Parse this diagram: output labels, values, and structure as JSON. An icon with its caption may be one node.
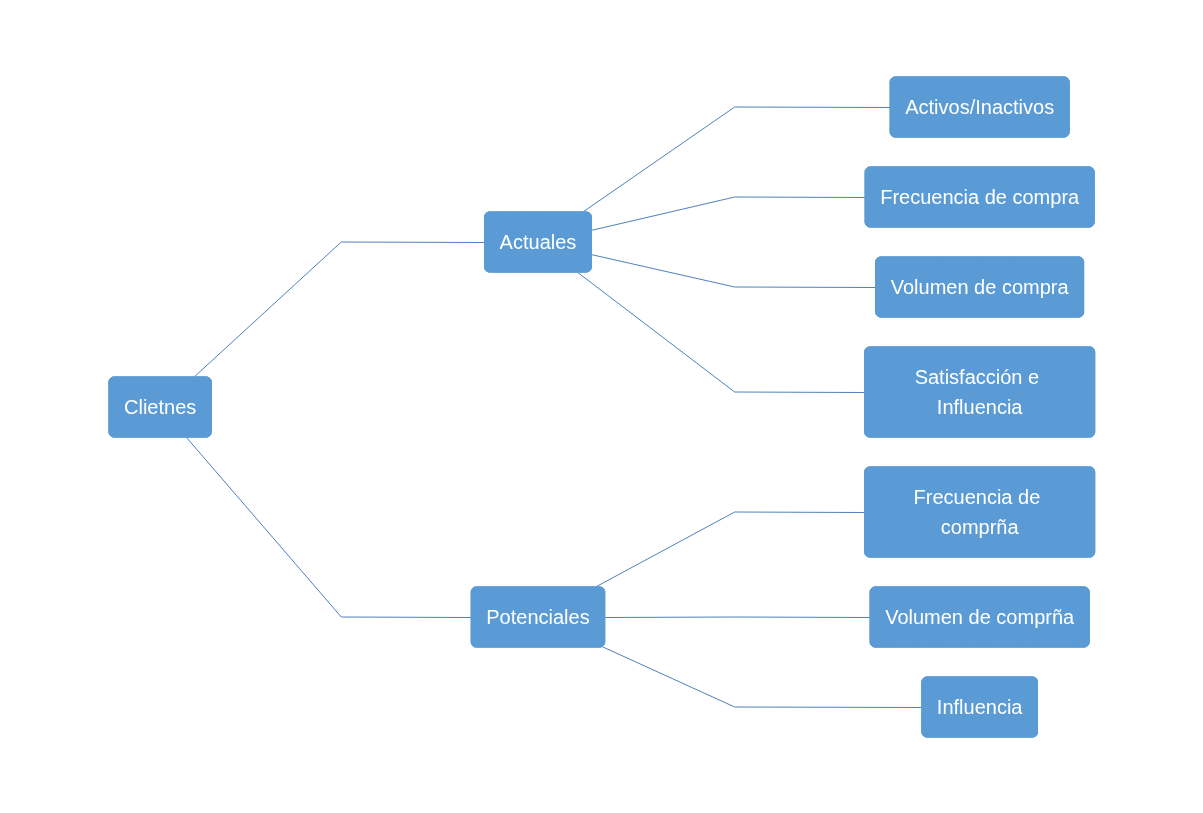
{
  "diagram": {
    "nodes": [
      {
        "text": [
          "Clietnes"
        ]
      },
      {
        "text": [
          "Actuales"
        ]
      },
      {
        "text": [
          "Activos/Inactivos"
        ]
      },
      {
        "text": [
          "Frecuencia de compra"
        ]
      },
      {
        "text": [
          "Volumen de compra"
        ]
      },
      {
        "text": [
          "Satisfacción e Influencia"
        ]
      },
      {
        "text": [
          "Potenciales"
        ]
      },
      {
        "text": [
          "Frecuencia de comprña"
        ]
      },
      {
        "text": [
          "Volumen de comprña"
        ]
      },
      {
        "text": [
          "Influencia"
        ]
      }
    ],
    "edges": [
      {
        "from": 0,
        "to": 1,
        "arrow": "none"
      },
      {
        "from": 0,
        "to": 6,
        "arrow": "none"
      },
      {
        "from": 1,
        "to": 2,
        "arrow": "none"
      },
      {
        "from": 1,
        "to": 3,
        "arrow": "none"
      },
      {
        "from": 1,
        "to": 4,
        "arrow": "none"
      },
      {
        "from": 1,
        "to": 5,
        "arrow": "none"
      },
      {
        "from": 6,
        "to": 7,
        "arrow": "none"
      },
      {
        "from": 6,
        "to": 8,
        "arrow": "none"
      },
      {
        "from": 6,
        "to": 9,
        "arrow": "none"
      }
    ]
  }
}
